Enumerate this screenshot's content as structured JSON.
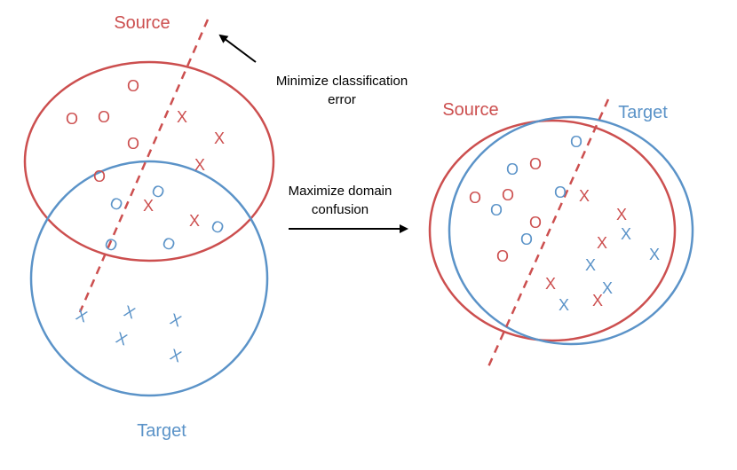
{
  "colors": {
    "source": "#cc4f4f",
    "target": "#5b93c8",
    "arrow": "#000000"
  },
  "left_panel": {
    "source_label": "Source",
    "target_label": "Target"
  },
  "right_panel": {
    "source_label": "Source",
    "target_label": "Target"
  },
  "annotations": {
    "minimize_line1": "Minimize classification",
    "minimize_line2": "error",
    "maximize_line1": "Maximize domain",
    "maximize_line2": "confusion"
  },
  "symbols": {
    "class_o": "O",
    "class_x": "X"
  }
}
